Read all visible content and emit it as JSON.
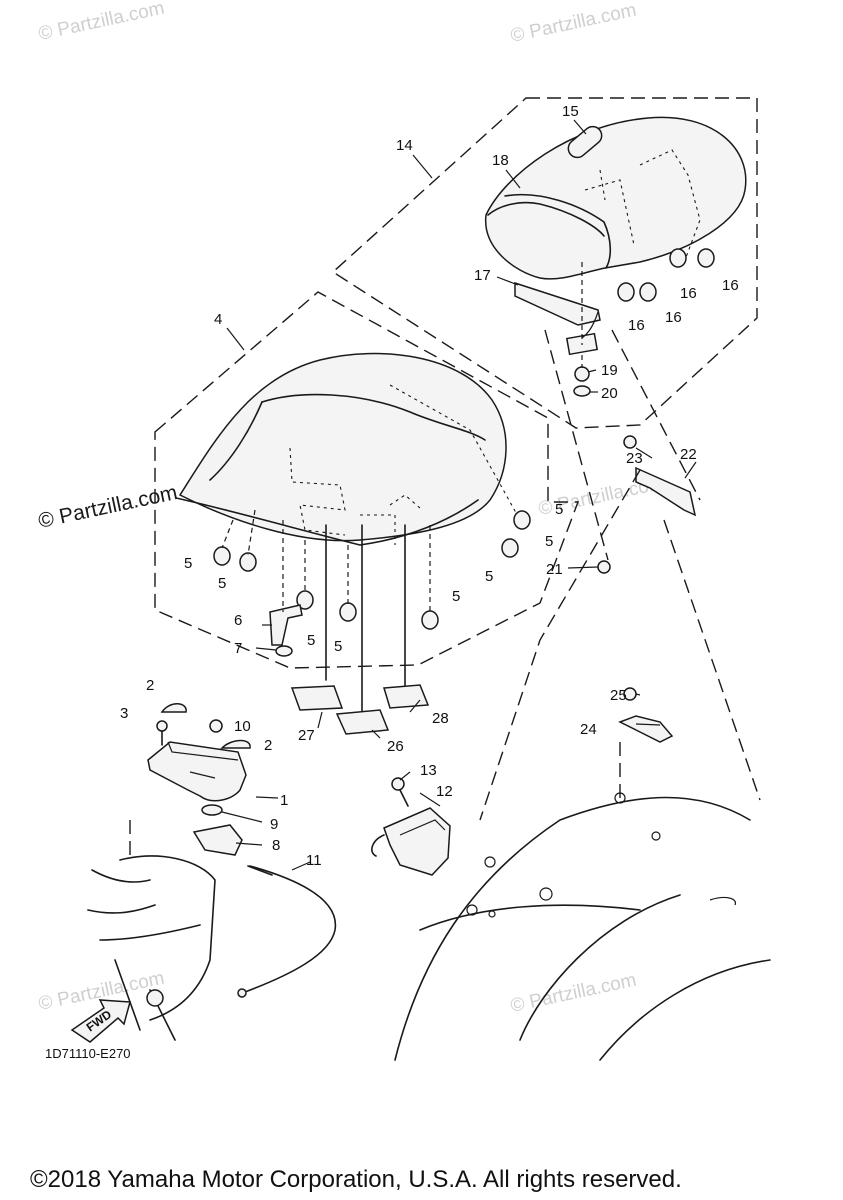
{
  "callouts": [
    {
      "id": "c1",
      "text": "1"
    },
    {
      "id": "c2a",
      "text": "2"
    },
    {
      "id": "c2b",
      "text": "2"
    },
    {
      "id": "c3",
      "text": "3"
    },
    {
      "id": "c4",
      "text": "4"
    },
    {
      "id": "c5a",
      "text": "5"
    },
    {
      "id": "c5b",
      "text": "5"
    },
    {
      "id": "c5c",
      "text": "5"
    },
    {
      "id": "c5d",
      "text": "5"
    },
    {
      "id": "c5e",
      "text": "5"
    },
    {
      "id": "c5f",
      "text": "5"
    },
    {
      "id": "c5g",
      "text": "5"
    },
    {
      "id": "c5h",
      "text": "5"
    },
    {
      "id": "c6",
      "text": "6"
    },
    {
      "id": "c7",
      "text": "7"
    },
    {
      "id": "c8",
      "text": "8"
    },
    {
      "id": "c9",
      "text": "9"
    },
    {
      "id": "c10",
      "text": "10"
    },
    {
      "id": "c11",
      "text": "11"
    },
    {
      "id": "c12",
      "text": "12"
    },
    {
      "id": "c13",
      "text": "13"
    },
    {
      "id": "c14",
      "text": "14"
    },
    {
      "id": "c15",
      "text": "15"
    },
    {
      "id": "c16a",
      "text": "16"
    },
    {
      "id": "c16b",
      "text": "16"
    },
    {
      "id": "c16c",
      "text": "16"
    },
    {
      "id": "c16d",
      "text": "16"
    },
    {
      "id": "c17",
      "text": "17"
    },
    {
      "id": "c18",
      "text": "18"
    },
    {
      "id": "c19",
      "text": "19"
    },
    {
      "id": "c20",
      "text": "20"
    },
    {
      "id": "c21",
      "text": "21"
    },
    {
      "id": "c22",
      "text": "22"
    },
    {
      "id": "c23",
      "text": "23"
    },
    {
      "id": "c24",
      "text": "24"
    },
    {
      "id": "c25",
      "text": "25"
    },
    {
      "id": "c26",
      "text": "26"
    },
    {
      "id": "c27",
      "text": "27"
    },
    {
      "id": "c28",
      "text": "28"
    }
  ],
  "watermark": {
    "faint": "© Partzilla.com",
    "main": "© Partzilla.com"
  },
  "diagram_code": "1D71110-E270",
  "fwd_label": "FWD",
  "copyright": "©2018 Yamaha Motor Corporation, U.S.A. All rights reserved."
}
